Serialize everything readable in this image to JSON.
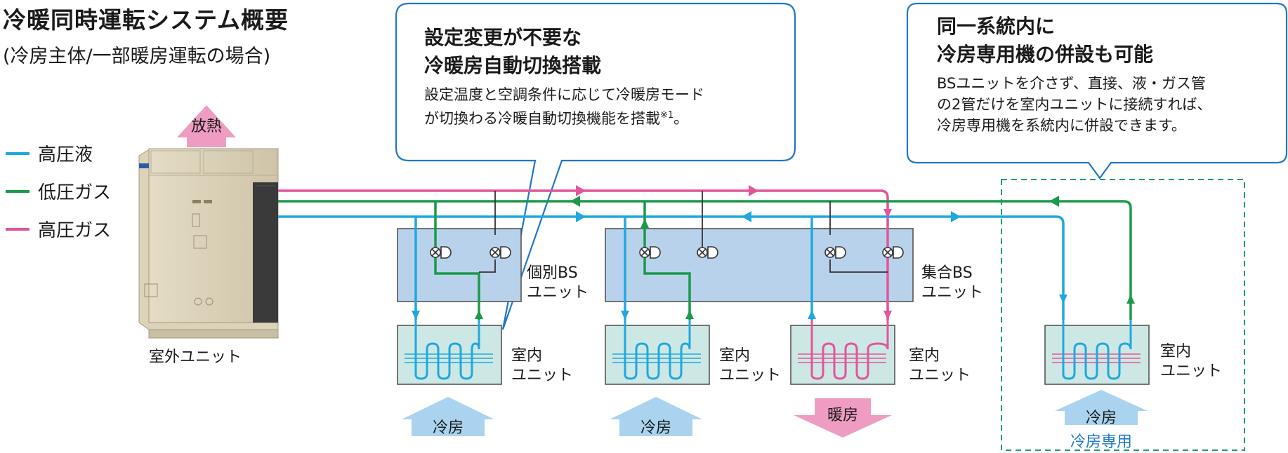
{
  "title": "冷暖同時運転システム概要",
  "subtitle": "(冷房主体/一部暖房運転の場合)",
  "legend": [
    {
      "label": "高圧液",
      "color": "#1fa8e0"
    },
    {
      "label": "低圧ガス",
      "color": "#1a9a4a"
    },
    {
      "label": "高圧ガス",
      "color": "#e2559a"
    }
  ],
  "colors": {
    "blue": "#1fa8e0",
    "green": "#1a9a4a",
    "pink": "#e2559a",
    "bs_fill": "#b9d2ec",
    "indoor_fill": "#cde8e4",
    "callout_border": "#1f77c9",
    "label_blue": "#1f77c9"
  },
  "heat_release_label": "放熱",
  "outdoor_unit_label": "室外ユニット",
  "callout_left": {
    "title_line1": "設定変更が不要な",
    "title_line2": "冷暖房自動切換搭載",
    "body_line1": "設定温度と空調条件に応じて冷暖房モード",
    "body_line2": "が切換わる冷暖自動切換機能を搭載",
    "footnote_mark": "※1",
    "body_line2_end": "。"
  },
  "callout_right": {
    "title_line1": "同一系統内に",
    "title_line2": "冷房専用機の併設も可能",
    "body_line1": "BSユニットを介さず、直接、液・ガス管",
    "body_line2": "の2管だけを室内ユニットに接続すれば、",
    "body_line3": "冷房専用機を系統内に併設できます。"
  },
  "bs_individual_line1": "個別BS",
  "bs_individual_line2": "ユニット",
  "bs_collective_line1": "集合BS",
  "bs_collective_line2": "ユニット",
  "indoor_label_line1": "室内",
  "indoor_label_line2": "ユニット",
  "mode_cooling": "冷房",
  "mode_heating": "暖房",
  "cooling_only_label": "冷房専用"
}
